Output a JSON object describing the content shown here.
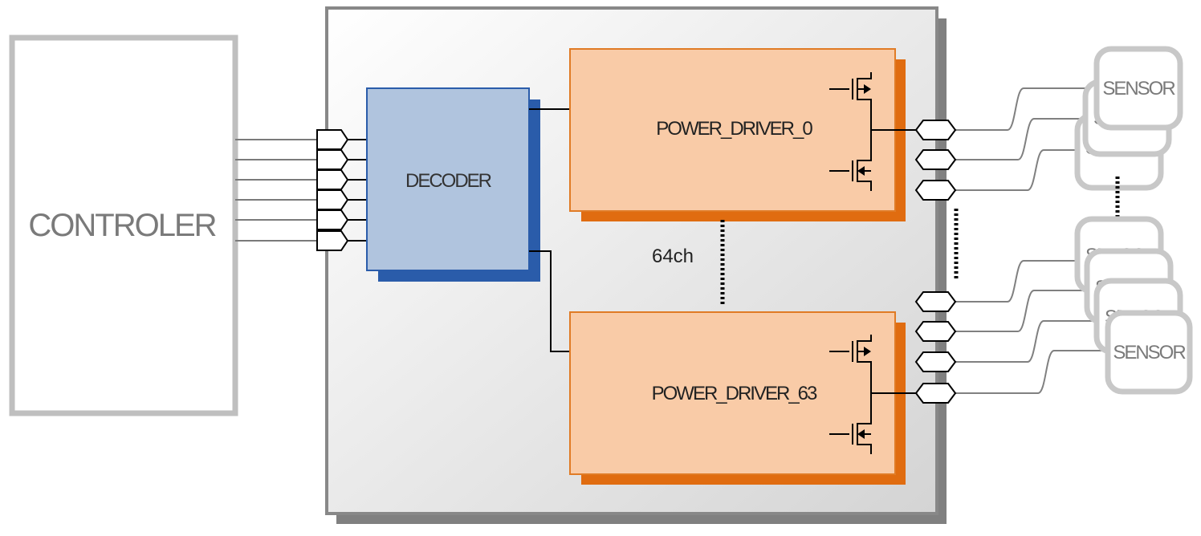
{
  "diagram": {
    "controller_label": "CONTROLER",
    "decoder_label": "DECODER",
    "driver_top_label": "POWER_DRIVER_0",
    "driver_bottom_label": "POWER_DRIVER_63",
    "channel_label": "64ch",
    "sensor_label": "SENSOR",
    "colors": {
      "frame_border": "#888888",
      "controller_border": "#bfbfbf",
      "decoder_fill": "#b0c4de",
      "decoder_shadow": "#2a5caa",
      "driver_fill": "#f9cba7",
      "driver_border": "#e07b25",
      "driver_shadow": "#e06c10",
      "sensor_border": "#c8c8c8",
      "wire": "#000000",
      "sensor_wire": "#808080"
    }
  }
}
